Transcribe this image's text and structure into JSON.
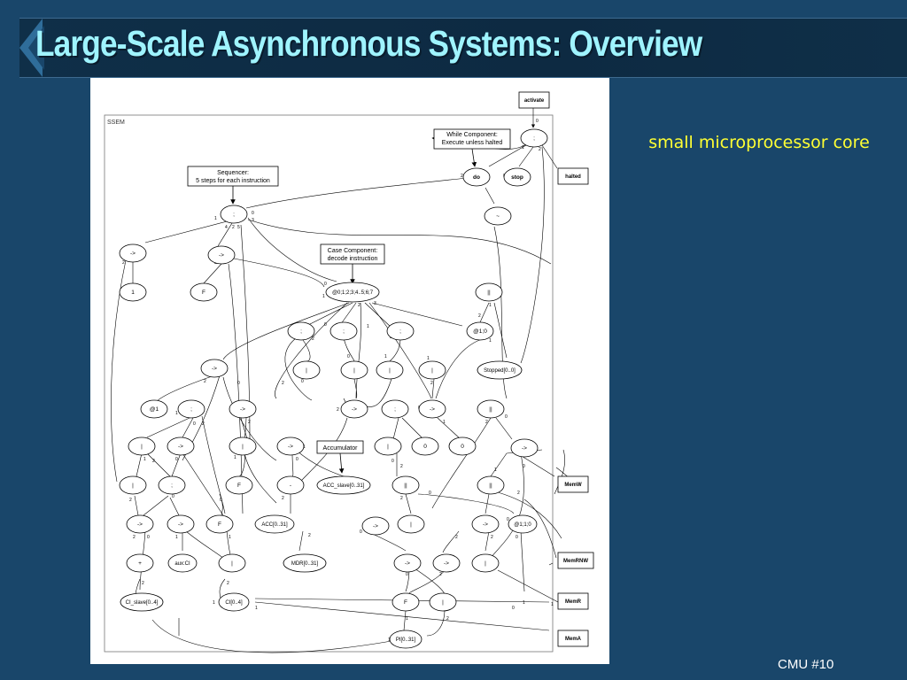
{
  "slide": {
    "title": "Large-Scale Asynchronous Systems: Overview",
    "caption": "small microprocessor core",
    "footer": "CMU #10"
  },
  "diagram": {
    "frame_label": "SSEM",
    "callouts": {
      "while": [
        "While Component:",
        "Execute unless halted"
      ],
      "sequencer": [
        "Sequencer:",
        "5 steps for each instruction"
      ],
      "case": [
        "Case Component:",
        "decode instruction"
      ],
      "accumulator": [
        "Accumulator"
      ]
    },
    "ports": {
      "activate": "activate",
      "halted": "halted",
      "memw": "MemW",
      "memrnw": "MemRNW",
      "memr": "MemR",
      "mema": "MemA"
    },
    "nodes": {
      "while_seq": ";",
      "do": "do",
      "stop": "stop",
      "tilde": "~",
      "seq_main": ";",
      "arrow_a": "->",
      "arrow_b": "->",
      "one": "1",
      "f_a": "F",
      "case": "@0;1;2;3;4..5;6;7",
      "par_a": "||",
      "at10": "@1;0",
      "stopped": "Stopped[0..0]",
      "seq_b": ";",
      "seq_c": ";",
      "seq_d": ";",
      "bar_a": "|",
      "bar_b": "|",
      "bar_c": "|",
      "bar_d": "|",
      "arrow_c": "->",
      "at1": "@1",
      "seq_e": ";",
      "arrow_d": "->",
      "arrow_e": "->",
      "seq_f": ";",
      "arrow_f": "->",
      "par_b": "||",
      "bar_e": "|",
      "arrow_g": "->",
      "bar_f": "|",
      "arrow_h": "->",
      "bar_g": "|",
      "zero_a": "0",
      "zero_b": "0",
      "arrow_i": "->",
      "bar_h": "|",
      "seq_g": ";",
      "f_b": "F",
      "dash": "-",
      "acc_slave": "ACC_slave[0..31]",
      "par_c": "||",
      "par_d": "||",
      "arrow_j": "->",
      "arrow_k": "->",
      "f_c": "F",
      "acc": "ACC[0..31]",
      "arrow_l": "->",
      "bar_i": "|",
      "arrow_m": "->",
      "at110": "@1;1;0",
      "plus": "+",
      "aux_ci": "aux:CI",
      "bar_j": "|",
      "mdr": "MDR[0..31]",
      "arrow_n": "->",
      "arrow_o": "->",
      "bar_k": "|",
      "ci_slave": "CI_slave[0..4]",
      "ci": "CI[0..4]",
      "f_d": "F",
      "bar_l": "|",
      "pi": "PI[0..31]"
    }
  }
}
